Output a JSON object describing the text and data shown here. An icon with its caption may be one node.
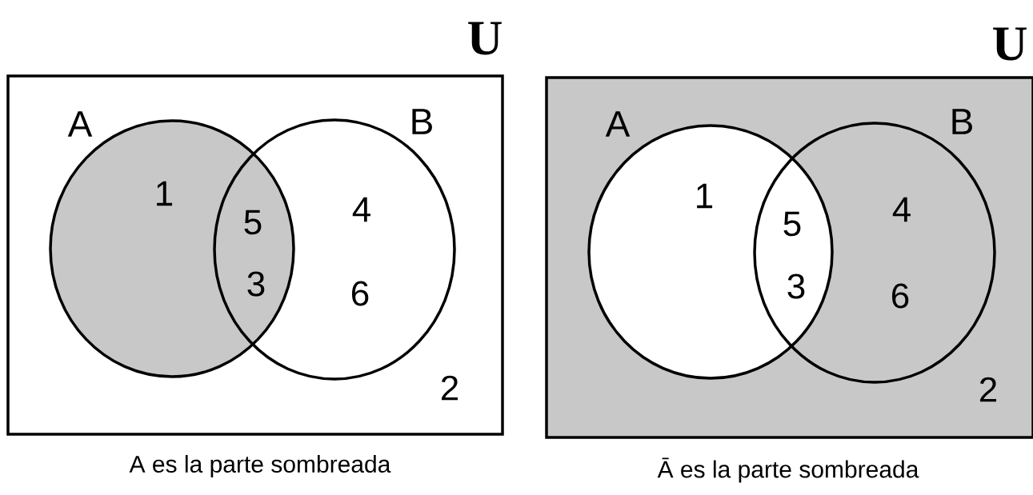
{
  "diagram": {
    "nodes": [
      {
        "text": [
          "U"
        ],
        "beside": [
          "A es la parte sombreada"
        ]
      },
      {
        "text": [
          "A"
        ],
        "in": 0
      },
      {
        "text": [
          "B"
        ],
        "in": 0
      },
      {
        "text": [
          "U"
        ],
        "beside": [
          "Ā es la parte sombreada"
        ]
      },
      {
        "text": [
          "A"
        ],
        "in": 3
      },
      {
        "text": [
          "B"
        ],
        "in": 3
      }
    ],
    "edges": [],
    "labels": [
      "1",
      "5",
      "3",
      "4",
      "6",
      "2",
      "1",
      "5",
      "3",
      "4",
      "6",
      "2"
    ]
  }
}
